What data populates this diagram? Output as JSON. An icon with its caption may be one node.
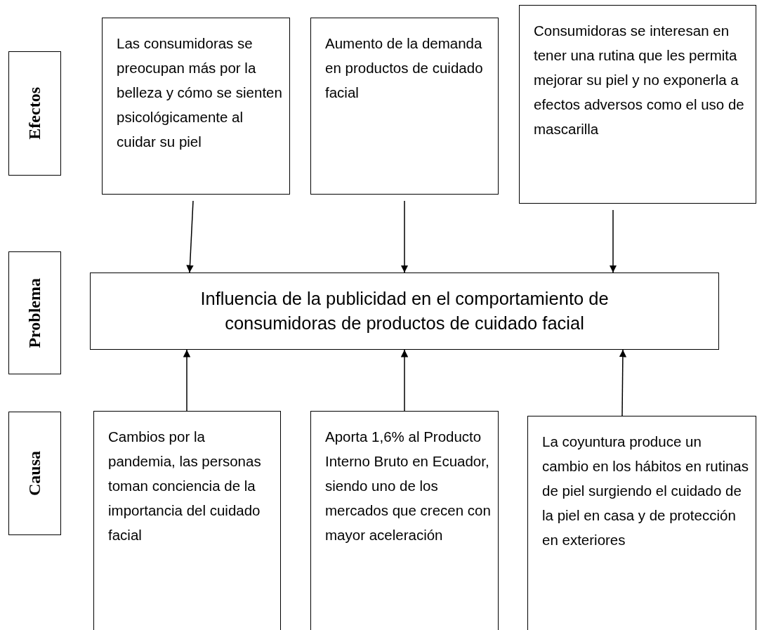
{
  "diagram": {
    "nodes": [
      {
        "text": [
          "Efectos"
        ]
      },
      {
        "text": [
          "Las consumidoras se preocupan más por la belleza y cómo se sienten psicológicamente al cuidar su piel"
        ]
      },
      {
        "text": [
          "Aumento de la demanda en productos de cuidado facial"
        ]
      },
      {
        "text": [
          "Consumidoras se interesan en tener una rutina que les permita mejorar su piel y no exponerla a efectos adversos como el uso de mascarilla"
        ]
      },
      {
        "text": [
          "Problema"
        ]
      },
      {
        "text": [
          "Influencia de la publicidad en el comportamiento de consumidoras de productos de cuidado facial"
        ]
      },
      {
        "text": [
          "Causa"
        ]
      },
      {
        "text": [
          "Cambios por la pandemia, las personas toman conciencia de la importancia del cuidado facial"
        ]
      },
      {
        "text": [
          "Aporta 1,6% al Producto Interno Bruto en Ecuador, siendo uno de los mercados que crecen con mayor aceleración"
        ]
      },
      {
        "text": [
          "La coyuntura produce un cambio en los hábitos en rutinas de piel surgiendo el cuidado de la piel en casa y de protección en exteriores"
        ]
      }
    ],
    "edges": [
      {
        "from": 1,
        "to": 5,
        "arrow": "to"
      },
      {
        "from": 2,
        "to": 5,
        "arrow": "to"
      },
      {
        "from": 3,
        "to": 5,
        "arrow": "to"
      },
      {
        "from": 7,
        "to": 5,
        "arrow": "to"
      },
      {
        "from": 8,
        "to": 5,
        "arrow": "to"
      },
      {
        "from": 9,
        "to": 5,
        "arrow": "to"
      }
    ]
  }
}
